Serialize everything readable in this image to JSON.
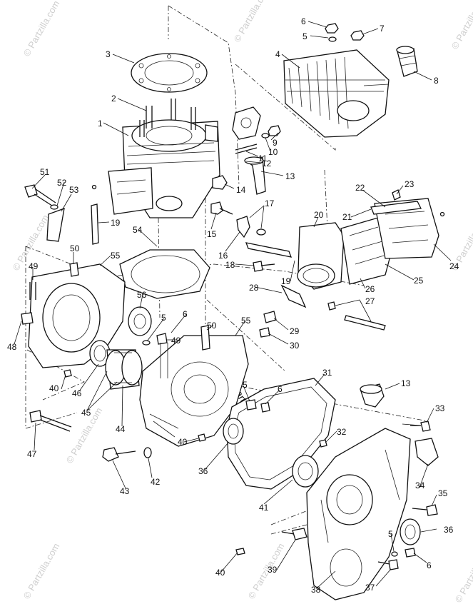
{
  "watermark": {
    "text": "© Partzilla.com",
    "center_text": "© Partzilla.com",
    "color": "#cfcfcf"
  },
  "callouts": [
    "1",
    "2",
    "3",
    "4",
    "5",
    "6",
    "7",
    "8",
    "9",
    "10",
    "11",
    "12",
    "13",
    "14",
    "15",
    "16",
    "17",
    "18",
    "19",
    "20",
    "21",
    "22",
    "23",
    "24",
    "25",
    "26",
    "27",
    "28",
    "29",
    "30",
    "31",
    "32",
    "33",
    "34",
    "35",
    "36",
    "37",
    "38",
    "39",
    "40",
    "41",
    "42",
    "43",
    "44",
    "45",
    "46",
    "47",
    "48",
    "49",
    "50",
    "51",
    "52",
    "53",
    "54",
    "55",
    "56"
  ],
  "colors": {
    "ink": "#111111",
    "background": "#ffffff"
  }
}
